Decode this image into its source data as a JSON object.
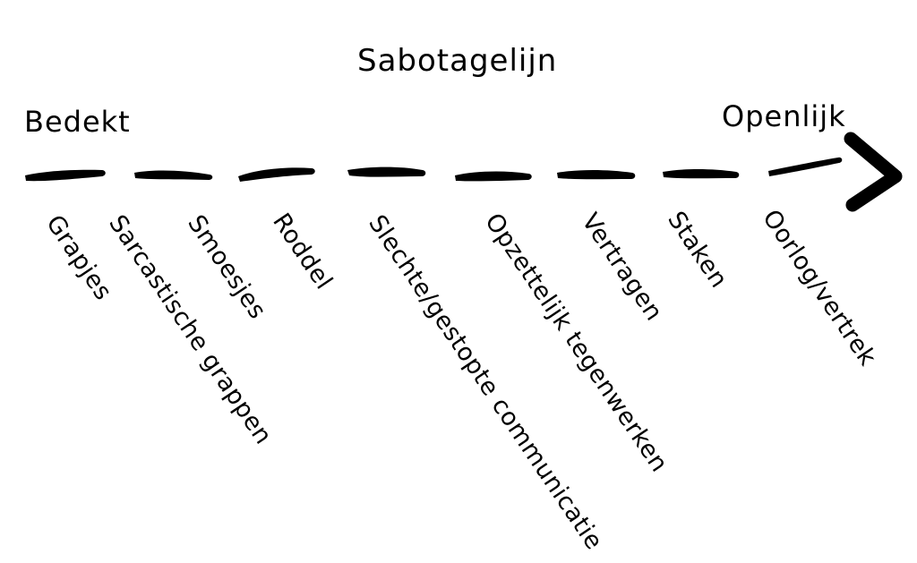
{
  "diagram": {
    "title": "Sabotagelijn",
    "axis_start_label": "Bedekt",
    "axis_end_label": "Openlijk",
    "stroke_color": "#000000",
    "background_color": "#ffffff",
    "arrow": {
      "dash_count": 8,
      "direction": "left-to-right",
      "head": "chevron"
    },
    "stages": [
      {
        "index": 1,
        "label": "Grapjes"
      },
      {
        "index": 2,
        "label": "Sarcastische grappen"
      },
      {
        "index": 3,
        "label": "Smoesjes"
      },
      {
        "index": 4,
        "label": "Roddel"
      },
      {
        "index": 5,
        "label": "Slechte/gestopte communicatie"
      },
      {
        "index": 6,
        "label": "Opzettelijk tegenwerken"
      },
      {
        "index": 7,
        "label": "Vertragen"
      },
      {
        "index": 8,
        "label": "Staken"
      },
      {
        "index": 9,
        "label": "Oorlog/vertrek"
      }
    ]
  }
}
